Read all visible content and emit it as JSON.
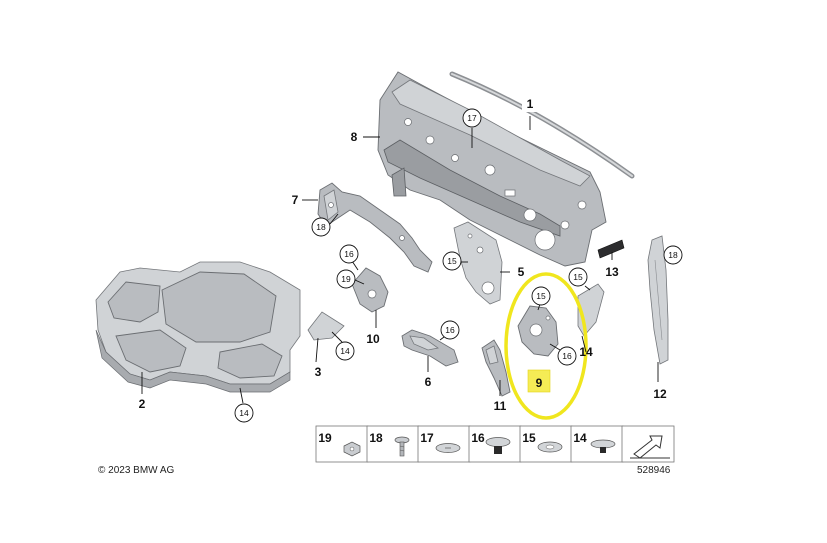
{
  "callouts": {
    "p1": "1",
    "p2": "2",
    "p3": "3",
    "p5": "5",
    "p6": "6",
    "p7": "7",
    "p8": "8",
    "p9": "9",
    "p10": "10",
    "p11": "11",
    "p12": "12",
    "p13": "13",
    "p14": "14"
  },
  "circled": {
    "c17": "17",
    "c18a": "18",
    "c16a": "16",
    "c19": "19",
    "c14a": "14",
    "c14b": "14",
    "c16b": "16",
    "c15a": "15",
    "c15b": "15",
    "c15c": "15",
    "c16c": "16",
    "c18b": "18"
  },
  "legend": [
    "19",
    "18",
    "17",
    "16",
    "15",
    "14"
  ],
  "highlight_color": "#f0e61e",
  "copyright": "© 2023 BMW AG",
  "diagram_number": "528946"
}
